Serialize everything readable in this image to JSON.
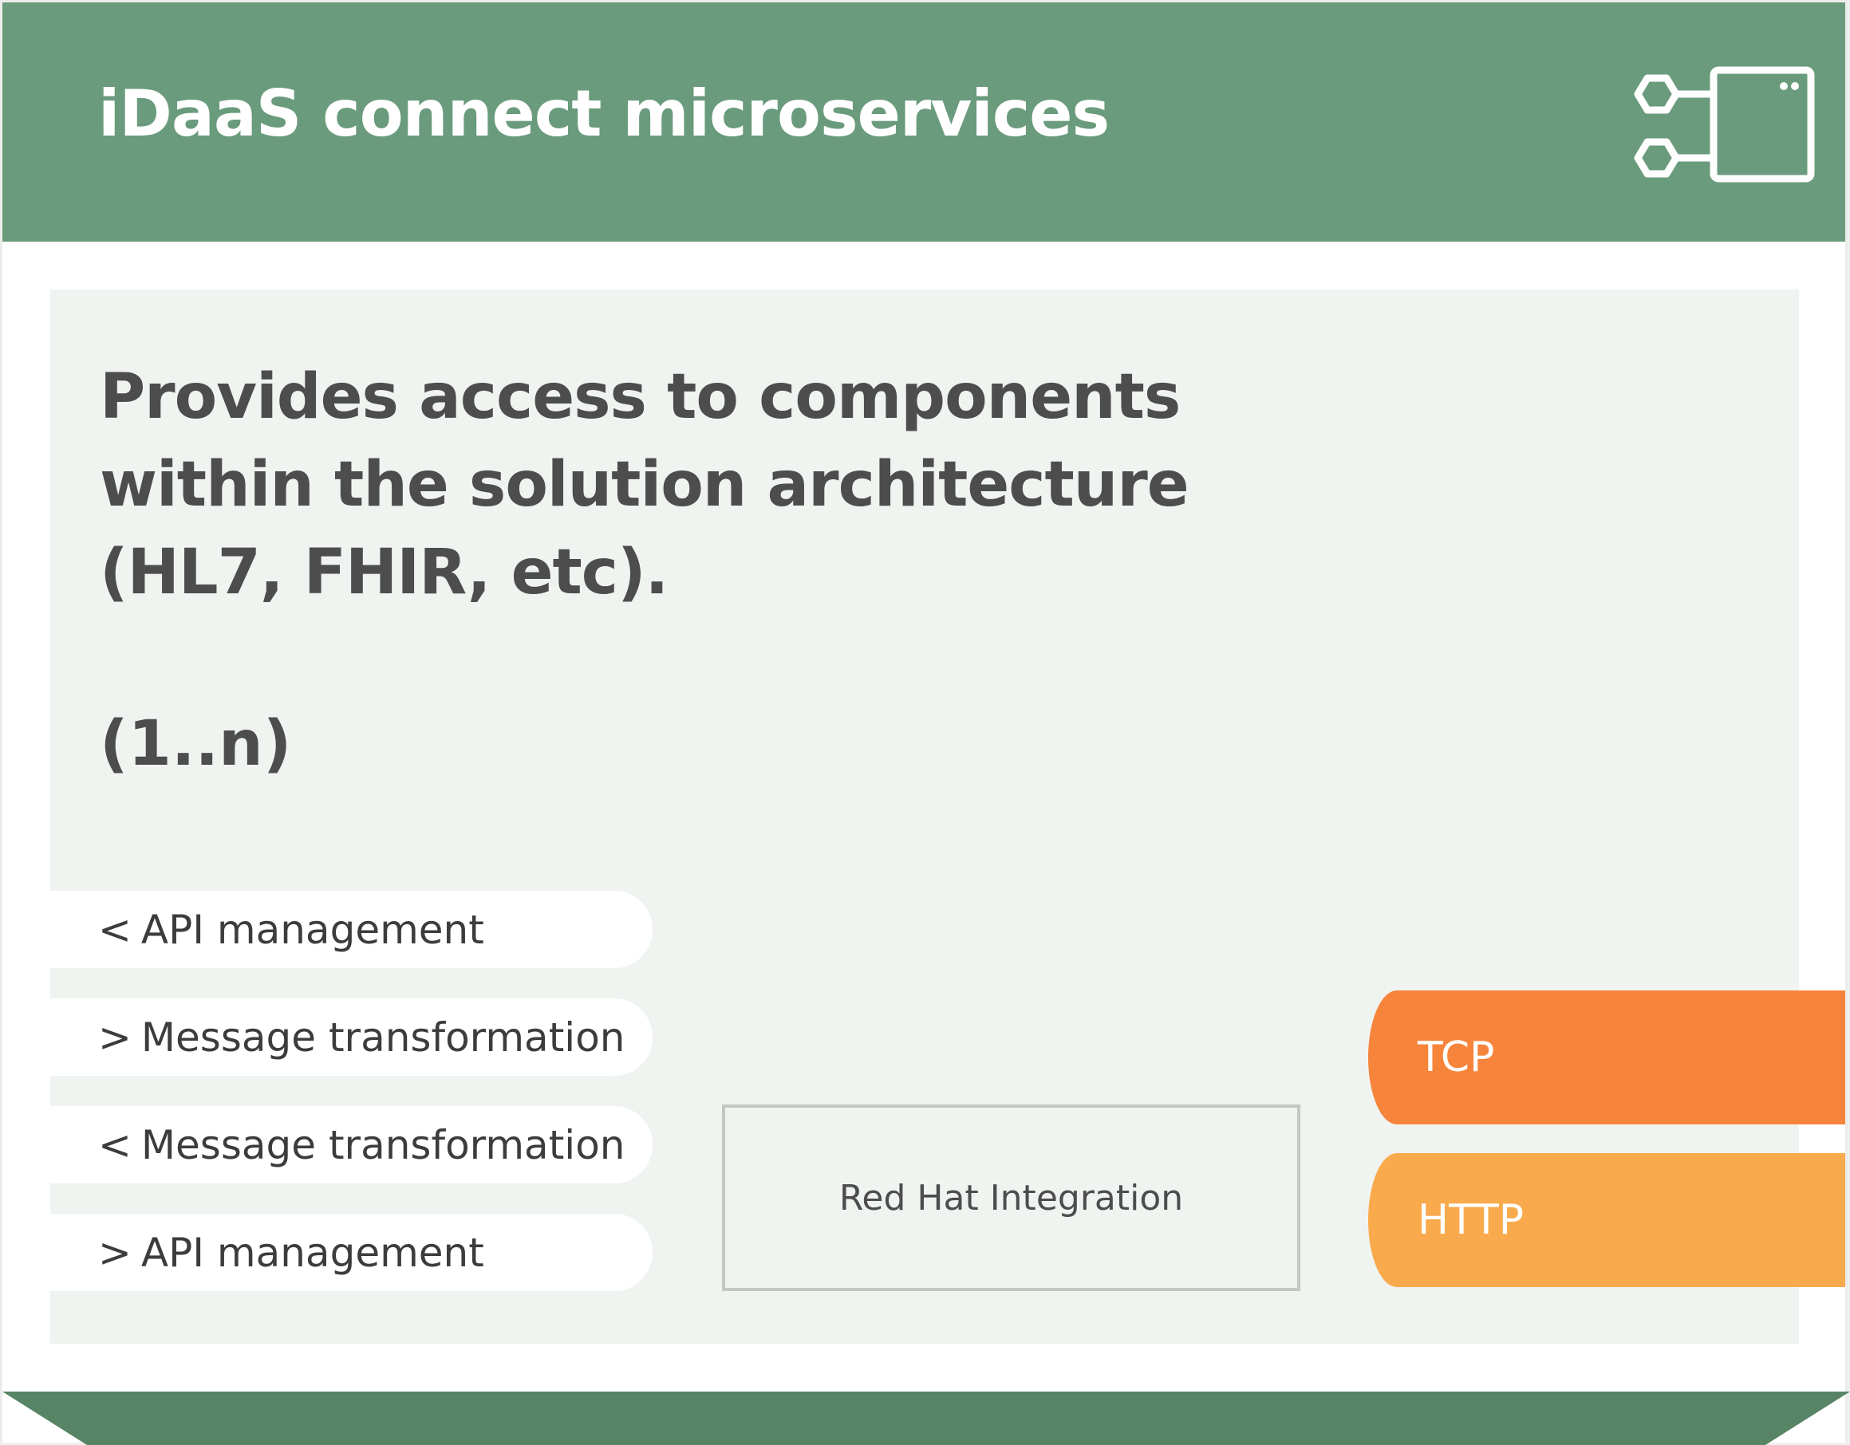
{
  "header": {
    "title": "iDaaS connect microservices",
    "icon": "microservice-icon",
    "background_color": "#6a9b7c"
  },
  "main": {
    "headline_lines": [
      "Provides access to components",
      "within the solution architecture",
      "(HL7, FHIR, etc)."
    ],
    "cardinality": "(1..n)"
  },
  "capabilities": [
    {
      "glyph": "<",
      "label": "API management"
    },
    {
      "glyph": ">",
      "label": "Message transformation"
    },
    {
      "glyph": "<",
      "label": "Message transformation"
    },
    {
      "glyph": ">",
      "label": "API management"
    }
  ],
  "platform": {
    "label": "Red Hat Integration"
  },
  "protocols": [
    {
      "label": "TCP",
      "color": "#f6843b"
    },
    {
      "label": "HTTP",
      "color": "#f9aa4d"
    }
  ],
  "footer": {
    "color": "#578465"
  }
}
